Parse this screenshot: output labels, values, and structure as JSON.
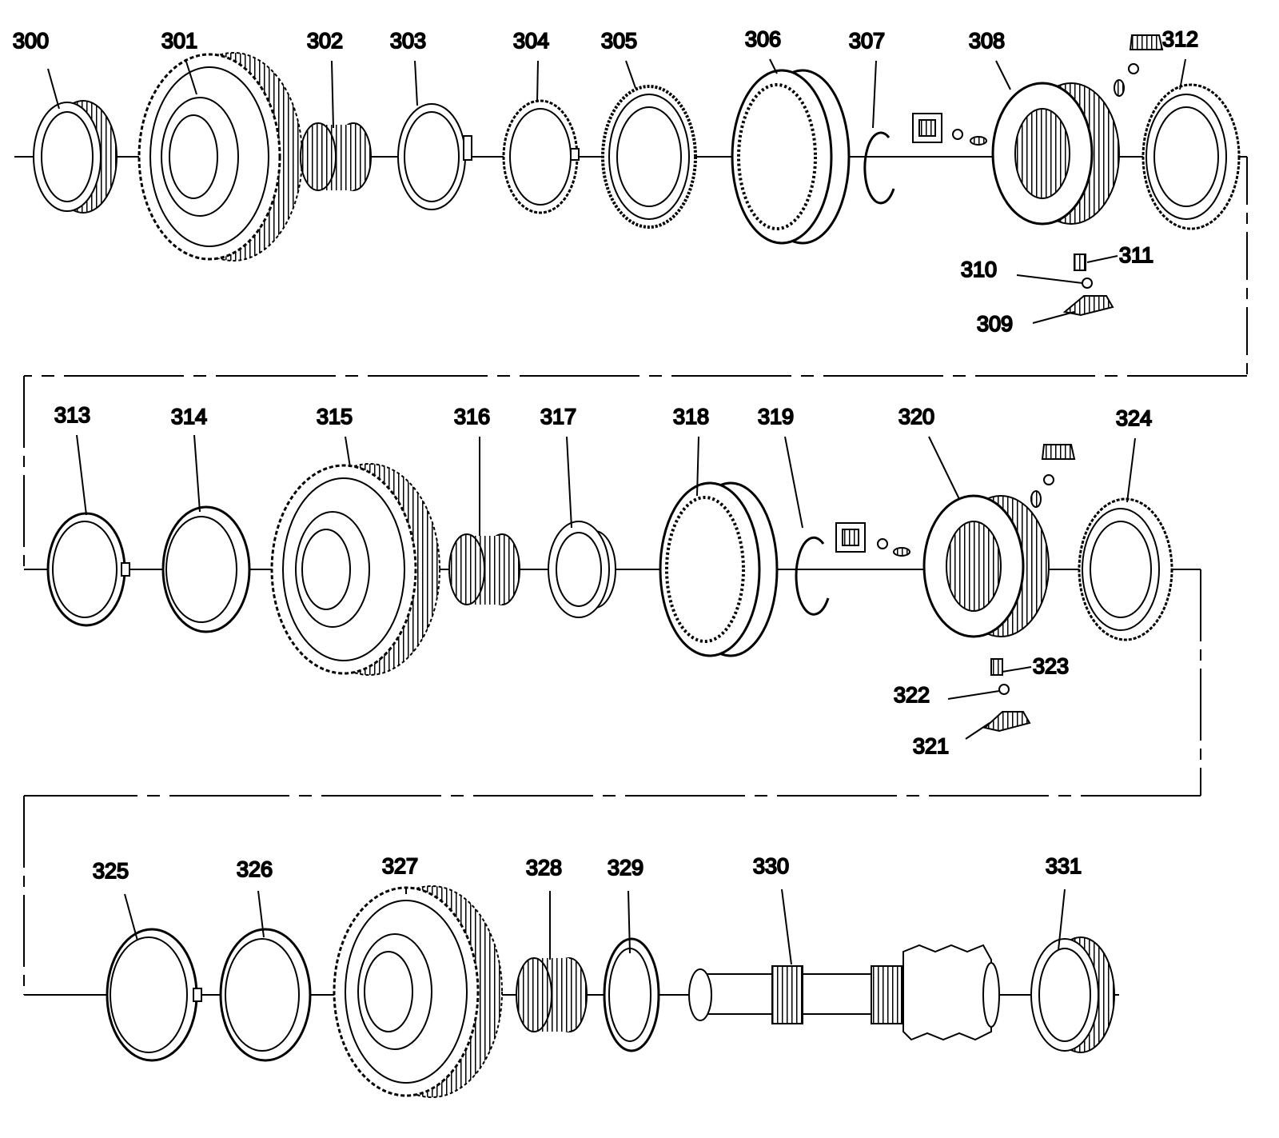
{
  "callouts": [
    {
      "num": "300"
    },
    {
      "num": "301"
    },
    {
      "num": "302"
    },
    {
      "num": "303"
    },
    {
      "num": "304"
    },
    {
      "num": "305"
    },
    {
      "num": "306"
    },
    {
      "num": "307"
    },
    {
      "num": "308"
    },
    {
      "num": "309"
    },
    {
      "num": "310"
    },
    {
      "num": "311"
    },
    {
      "num": "312"
    },
    {
      "num": "313"
    },
    {
      "num": "314"
    },
    {
      "num": "315"
    },
    {
      "num": "316"
    },
    {
      "num": "317"
    },
    {
      "num": "318"
    },
    {
      "num": "319"
    },
    {
      "num": "320"
    },
    {
      "num": "321"
    },
    {
      "num": "322"
    },
    {
      "num": "323"
    },
    {
      "num": "324"
    },
    {
      "num": "325"
    },
    {
      "num": "326"
    },
    {
      "num": "327"
    },
    {
      "num": "328"
    },
    {
      "num": "329"
    },
    {
      "num": "330"
    },
    {
      "num": "331"
    }
  ],
  "colors": {
    "line": "#000000",
    "background": "#ffffff"
  }
}
